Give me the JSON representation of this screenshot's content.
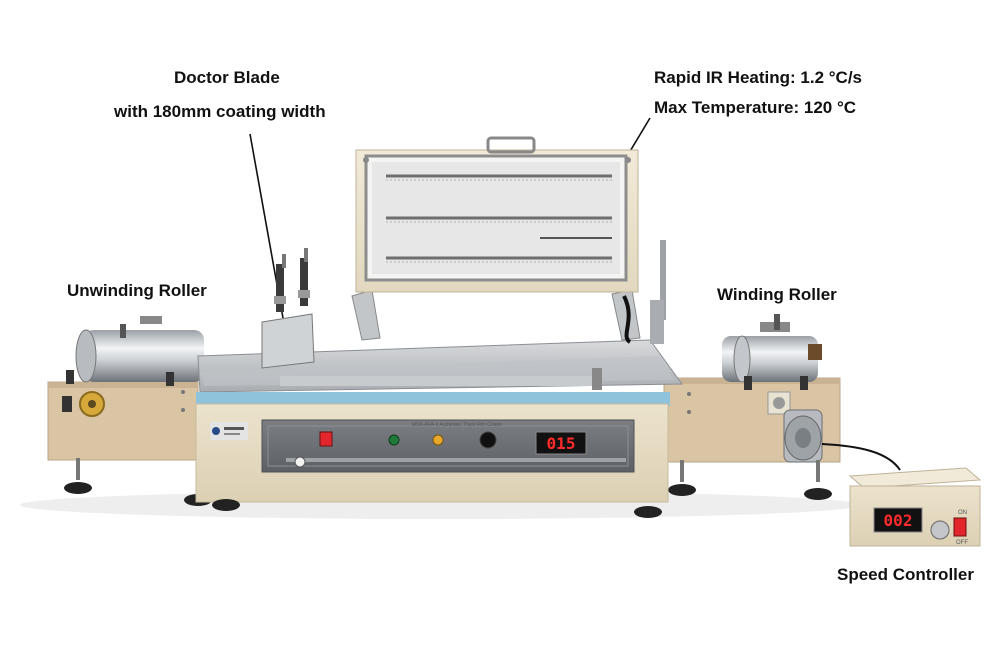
{
  "labels": {
    "doctor_blade_line1": "Doctor Blade",
    "doctor_blade_line2": "with 180mm coating width",
    "ir_heating": "Rapid IR Heating: 1.2 °C/s",
    "max_temperature": "Max Temperature: 120 °C",
    "unwinding_roller": "Unwinding Roller",
    "winding_roller": "Winding Roller",
    "speed_controller": "Speed Controller"
  },
  "machine": {
    "panel_display": "015",
    "panel_model_text": "MSK-AFA-II Automatic Thick Film Coater",
    "controller_display": "002",
    "controller_on_label": "ON",
    "controller_off_label": "OFF"
  },
  "colors": {
    "body_beige": "#e8ddc4",
    "side_tan": "#d9c4a4",
    "blue_trim": "#8fc3dc",
    "panel_gray": "#6f7378",
    "lcd_red": "#ff2a2a",
    "switch_red": "#e3262c"
  }
}
